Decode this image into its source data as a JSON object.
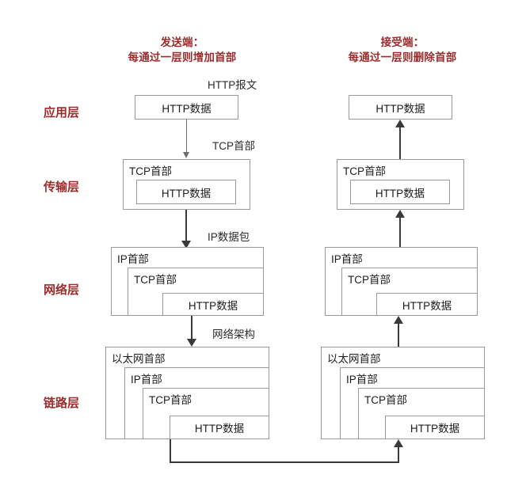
{
  "columns": {
    "sender": {
      "title_line1": "发送端：",
      "title_line2": "每通过一层则增加首部"
    },
    "receiver": {
      "title_line1": "接受端：",
      "title_line2": "每通过一层则删除首部"
    }
  },
  "layers": [
    {
      "key": "application",
      "label": "应用层"
    },
    {
      "key": "transport",
      "label": "传输层"
    },
    {
      "key": "network",
      "label": "网络层"
    },
    {
      "key": "link",
      "label": "链路层"
    }
  ],
  "annotations": {
    "http_message": "HTTP报文",
    "tcp_header": "TCP首部",
    "ip_packet": "IP数据包",
    "network_frame": "网络架构"
  },
  "labels": {
    "http_data": "HTTP数据",
    "tcp_header": "TCP首部",
    "ip_header": "IP首部",
    "ethernet_header": "以太网首部"
  },
  "sender_stack": {
    "application": [
      "HTTP数据"
    ],
    "transport": [
      "TCP首部",
      "HTTP数据"
    ],
    "network": [
      "IP首部",
      "TCP首部",
      "HTTP数据"
    ],
    "link": [
      "以太网首部",
      "IP首部",
      "TCP首部",
      "HTTP数据"
    ]
  },
  "receiver_stack": {
    "application": [
      "HTTP数据"
    ],
    "transport": [
      "TCP首部",
      "HTTP数据"
    ],
    "network": [
      "IP首部",
      "TCP首部",
      "HTTP数据"
    ],
    "link": [
      "以太网首部",
      "IP首部",
      "TCP首部",
      "HTTP数据"
    ]
  },
  "colors": {
    "accent": "#9e2b2b",
    "box_border": "#9a9a9a",
    "arrow": "#3a3a3a",
    "text": "#1d1d1d",
    "background": "#ffffff"
  }
}
